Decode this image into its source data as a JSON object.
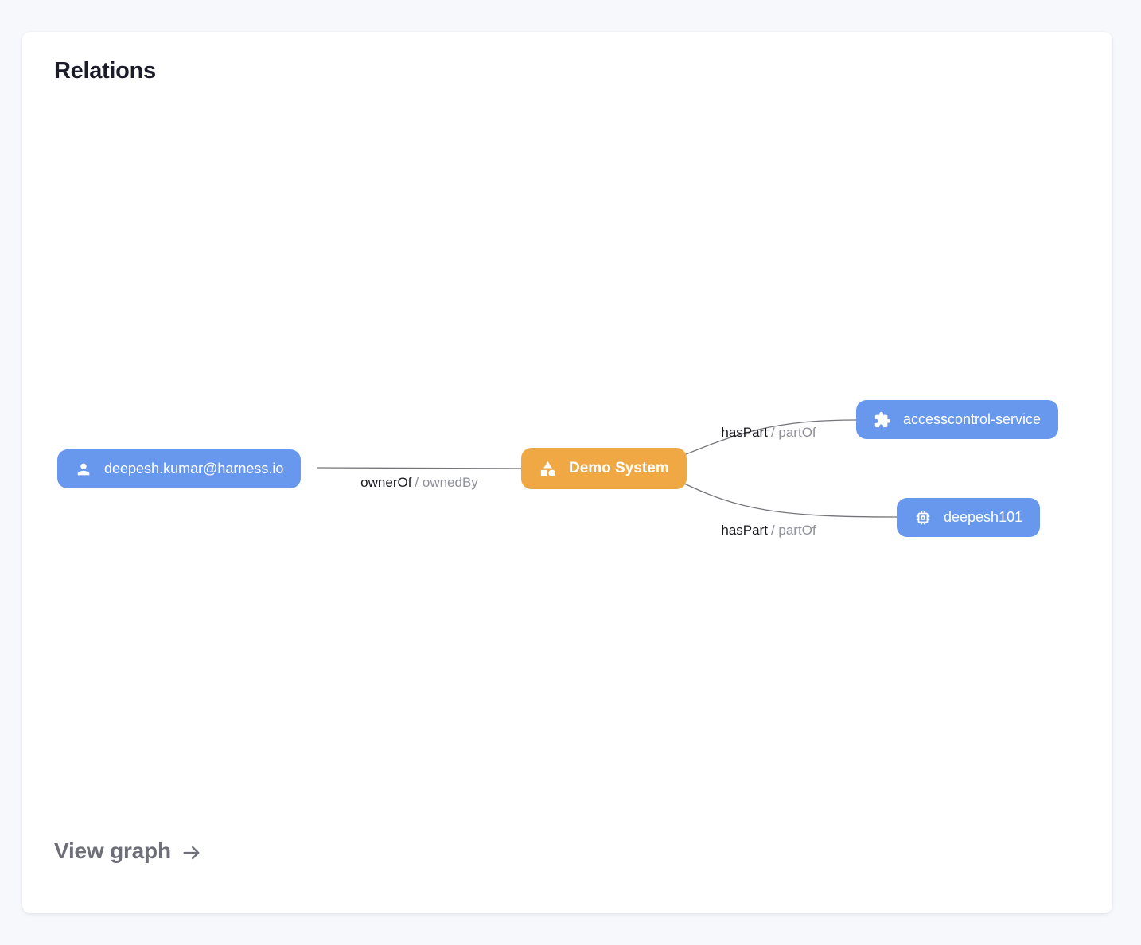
{
  "card": {
    "title": "Relations",
    "view_graph_label": "View graph"
  },
  "colors": {
    "page_background": "#f6f8fc",
    "card_background": "#ffffff",
    "node_blue": "#6898ee",
    "node_orange": "#f0a844",
    "edge_line": "#75757a",
    "edge_label_primary": "#17171c",
    "edge_label_secondary": "#8f909a"
  },
  "graph": {
    "nodes": [
      {
        "label": "deepesh.kumar@harness.io",
        "icon": "person-icon",
        "kind": "user"
      },
      {
        "label": "Demo System",
        "icon": "category-icon",
        "kind": "system"
      },
      {
        "label": "accesscontrol-service",
        "icon": "puzzle-icon",
        "kind": "service"
      },
      {
        "label": "deepesh101",
        "icon": "chip-icon",
        "kind": "component"
      }
    ],
    "edges": [
      {
        "primary": "ownerOf",
        "rest": "/ ownedBy",
        "from": "deepesh.kumar@harness.io",
        "to": "Demo System"
      },
      {
        "primary": "hasPart",
        "rest": "/ partOf",
        "from": "Demo System",
        "to": "accesscontrol-service"
      },
      {
        "primary": "hasPart",
        "rest": "/ partOf",
        "from": "Demo System",
        "to": "deepesh101"
      }
    ]
  }
}
